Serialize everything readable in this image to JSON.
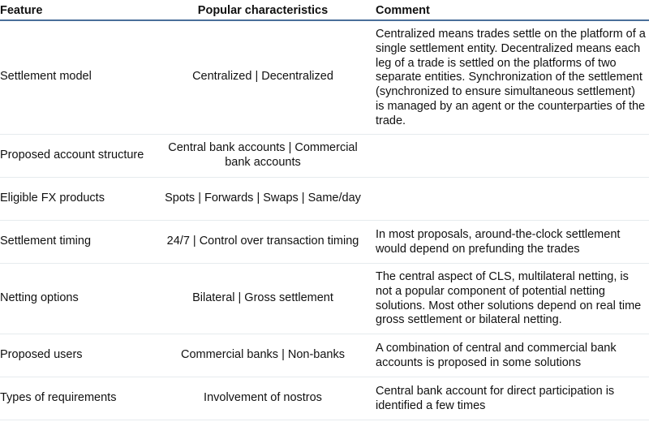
{
  "table": {
    "headers": {
      "feature": "Feature",
      "popular": "Popular characteristics",
      "comment": "Comment"
    },
    "rows": [
      {
        "feature": "Settlement model",
        "popular": "Centralized | Decentralized",
        "comment": "Centralized means trades settle on the platform of a single settlement entity. Decentralized means each leg of a trade is settled on the platforms of two separate entities. Synchronization of the settlement (synchronized to ensure simultaneous settlement) is managed by an agent or the counterparties of the trade."
      },
      {
        "feature": "Proposed account structure",
        "popular": "Central bank accounts | Commercial bank accounts",
        "comment": ""
      },
      {
        "feature": "Eligible FX products",
        "popular": "Spots | Forwards | Swaps | Same/day",
        "comment": ""
      },
      {
        "feature": "Settlement timing",
        "popular": "24/7 | Control over transaction timing",
        "comment": "In most proposals, around-the-clock settlement would depend on prefunding the trades"
      },
      {
        "feature": "Netting options",
        "popular": "Bilateral | Gross settlement",
        "comment": "The central aspect of CLS, multilateral netting, is not a popular component of potential netting solutions. Most other solutions depend on real time gross settlement or bilateral netting."
      },
      {
        "feature": "Proposed users",
        "popular": "Commercial banks | Non-banks",
        "comment": "A combination of central and commercial bank accounts is proposed in some solutions"
      },
      {
        "feature": "Types of requirements",
        "popular": "Involvement of nostros",
        "comment": "Central bank account for direct participation is identified a few times"
      }
    ]
  },
  "colors": {
    "header_rule": "#4a6f9a",
    "row_divider": "#e6ebee"
  }
}
